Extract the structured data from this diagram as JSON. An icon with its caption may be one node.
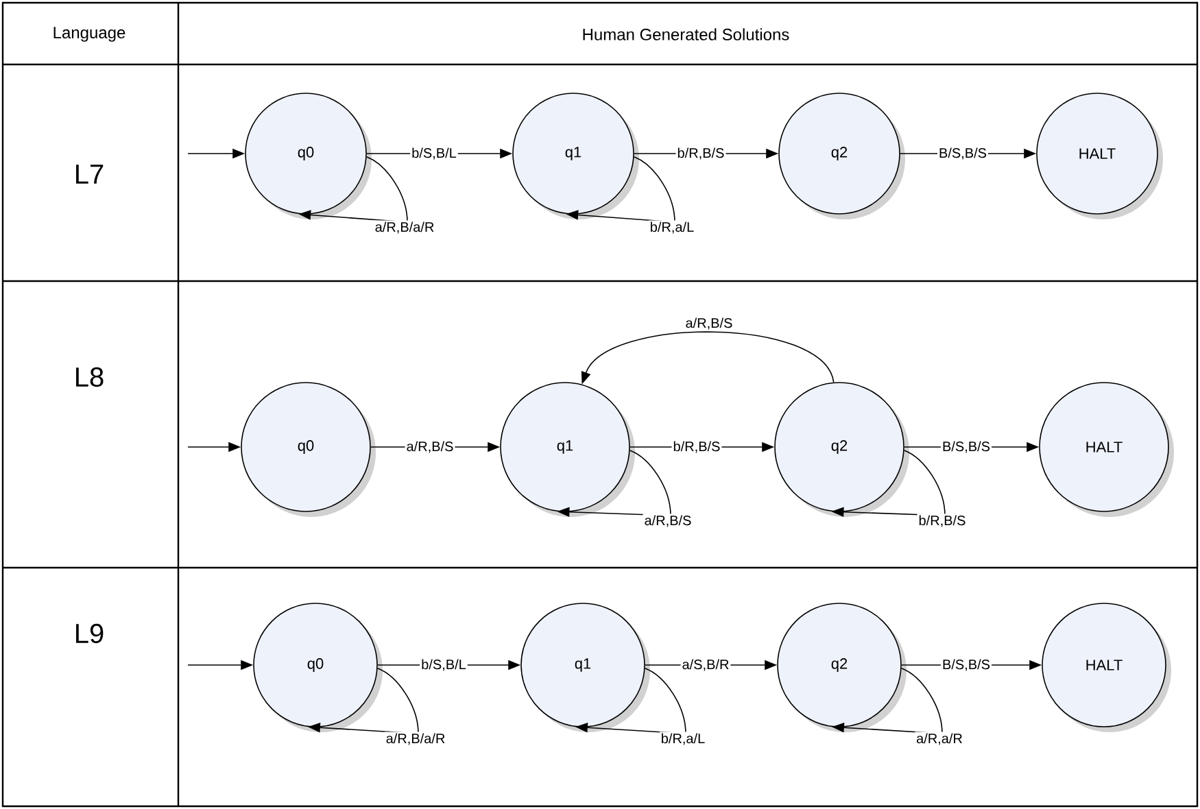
{
  "diagram": {
    "nodes": [
      {
        "text": [
          "q0"
        ]
      },
      {
        "text": [
          "q1"
        ]
      },
      {
        "text": [
          "q2"
        ]
      },
      {
        "text": [
          "HALT"
        ]
      },
      {
        "text": [
          "q0"
        ]
      },
      {
        "text": [
          "q1"
        ]
      },
      {
        "text": [
          "q2"
        ]
      },
      {
        "text": [
          "HALT"
        ]
      },
      {
        "text": [
          "q0"
        ]
      },
      {
        "text": [
          "q1"
        ]
      },
      {
        "text": [
          "q2"
        ]
      },
      {
        "text": [
          "HALT"
        ]
      }
    ],
    "edges": [
      {
        "from": null,
        "to": 0,
        "arrow": "to"
      },
      {
        "from": 0,
        "to": 1,
        "arrow": "to",
        "label": "b/S,B/L"
      },
      {
        "from": 0,
        "to": 0,
        "arrow": "to",
        "label": "a/R,B/a/R"
      },
      {
        "from": 1,
        "to": 2,
        "arrow": "to",
        "label": "b/R,B/S"
      },
      {
        "from": 1,
        "to": 1,
        "arrow": "to",
        "label": "b/R,a/L"
      },
      {
        "from": 2,
        "to": 3,
        "arrow": "to",
        "label": "B/S,B/S"
      },
      {
        "from": null,
        "to": 4,
        "arrow": "to"
      },
      {
        "from": 4,
        "to": 5,
        "arrow": "to",
        "label": "a/R,B/S"
      },
      {
        "from": 5,
        "to": 6,
        "arrow": "to",
        "label": "b/R,B/S"
      },
      {
        "from": 5,
        "to": 5,
        "arrow": "to",
        "label": "a/R,B/S"
      },
      {
        "from": 6,
        "to": 5,
        "arrow": "to",
        "label": "a/R,B/S"
      },
      {
        "from": 6,
        "to": 6,
        "arrow": "to",
        "label": "b/R,B/S"
      },
      {
        "from": 6,
        "to": 7,
        "arrow": "to",
        "label": "B/S,B/S"
      },
      {
        "from": null,
        "to": 8,
        "arrow": "to"
      },
      {
        "from": 8,
        "to": 9,
        "arrow": "to",
        "label": "b/S,B/L"
      },
      {
        "from": 8,
        "to": 8,
        "arrow": "to",
        "label": "a/R,B/a/R"
      },
      {
        "from": 9,
        "to": 10,
        "arrow": "to",
        "label": "a/S,B/R"
      },
      {
        "from": 9,
        "to": 9,
        "arrow": "to",
        "label": "b/R,a/L"
      },
      {
        "from": 10,
        "to": 10,
        "arrow": "to",
        "label": "a/R,a/R"
      },
      {
        "from": 10,
        "to": 11,
        "arrow": "to",
        "label": "B/S,B/S"
      }
    ],
    "labels": [
      "Language",
      "Human Generated Solutions",
      "L7",
      "L8",
      "L9"
    ]
  }
}
